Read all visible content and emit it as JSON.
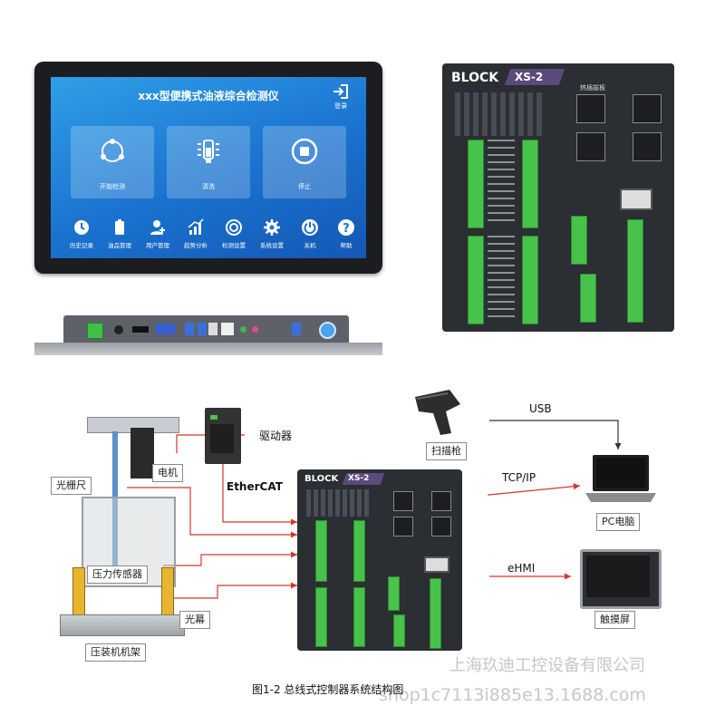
{
  "tablet": {
    "title": "xxx型便携式油液综合检测仪",
    "login_label": "登录",
    "tiles": [
      {
        "label": "开始检测",
        "icon": "cycle-icon"
      },
      {
        "label": "清洗",
        "icon": "clean-icon"
      },
      {
        "label": "停止",
        "icon": "stop-icon"
      }
    ],
    "bottom_items": [
      {
        "label": "历史记录",
        "icon": "clock-icon"
      },
      {
        "label": "油品管理",
        "icon": "oil-icon"
      },
      {
        "label": "用户管理",
        "icon": "user-icon"
      },
      {
        "label": "趋势分析",
        "icon": "trend-icon"
      },
      {
        "label": "检测设置",
        "icon": "target-icon"
      },
      {
        "label": "系统设置",
        "icon": "gear-icon"
      },
      {
        "label": "关机",
        "icon": "power-icon"
      },
      {
        "label": "帮助",
        "icon": "help-icon"
      }
    ]
  },
  "controller": {
    "brand": "BLOCK",
    "model": "XS-2",
    "header_label": "热插拔板"
  },
  "diagram": {
    "labels": {
      "driver": "驱动器",
      "motor": "电机",
      "scanner": "扫描枪",
      "grating_ruler": "光栅尺",
      "ethercat": "EtherCAT",
      "pressure_sensor": "压力传感器",
      "light_curtain": "光幕",
      "press_frame": "压装机机架",
      "usb": "USB",
      "tcpip": "TCP/IP",
      "pc": "PC电脑",
      "ehmi": "eHMI",
      "touchscreen": "触摸屏"
    },
    "controller_brand": "BLOCK",
    "controller_model": "XS-2"
  },
  "watermark": {
    "company": "上海玖迪工控设备有限公司",
    "shop": "shop1c7113i885e13.1688.com"
  },
  "caption": "图1-2  总线式控制器系统结构图",
  "colors": {
    "screen_blue": "#1a72cf",
    "terminal_green": "#47c24a",
    "arrow_red": "#d2372f",
    "body_dark": "#2b2e33"
  }
}
